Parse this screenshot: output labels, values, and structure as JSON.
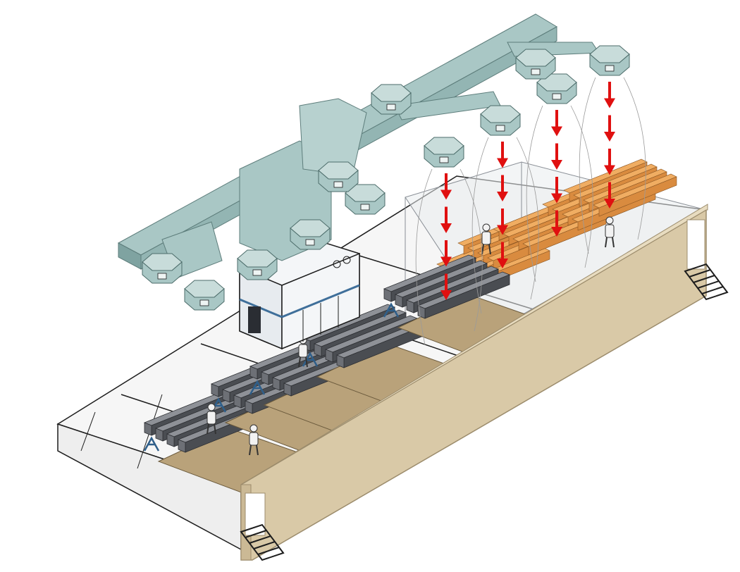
{
  "diagram": {
    "kind": "isometric-spray-booth-illustration",
    "components": {
      "ductwork": {
        "icon": "ductwork-icon"
      },
      "air_handling_unit": {
        "icon": "air-handling-unit-icon"
      },
      "diffusers": {
        "count": 12,
        "icon": "air-diffuser-icon"
      },
      "airflow_arrows": {
        "columns": 4,
        "icon": "airflow-arrow-icon"
      },
      "work_lines": {
        "count": 5,
        "beams_per_line": 4
      },
      "workers": {
        "count": 5,
        "icon": "worker-icon"
      },
      "side_wall": {
        "icon": "wall-panel-icon"
      },
      "stairs": {
        "count": 2,
        "icon": "stairs-icon"
      }
    },
    "colors": {
      "duct": "#a9c7c5",
      "duct_dark": "#7fa3a1",
      "duct_light": "#c8dcda",
      "ahu": "#f4f6f8",
      "ahu_trim": "#3f6f9a",
      "floor": "#f7f7f7",
      "beam_dark": "#4a4d52",
      "beam_mid": "#6d7076",
      "beam_light": "#8e9197",
      "wood": "#d98b3f",
      "wood_light": "#f0ad62",
      "arrow": "#e01010",
      "wall": "#d9c9a7",
      "wall_edge": "#9c8c6c",
      "outline": "#1d1d1d"
    }
  }
}
